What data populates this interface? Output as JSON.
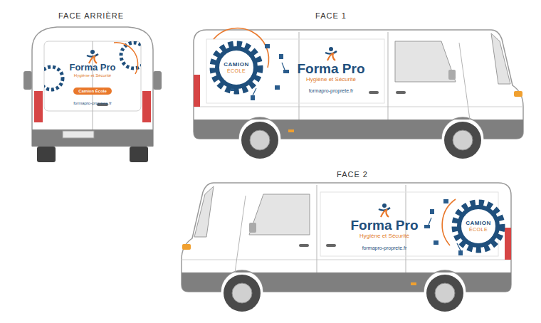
{
  "diagram": {
    "nodes": [
      {
        "text": [
          "Camion École"
        ]
      },
      {
        "text": [
          "CAMION",
          "ÉCOLE"
        ]
      },
      {
        "text": [
          "CAMION",
          "ÉCOLE"
        ]
      }
    ],
    "labels": [
      "FACE ARRIÈRE",
      "Forma Pro",
      "Hygiène et Sécurité",
      "formapro-proprete.fr",
      "FACE 1",
      "Forma Pro",
      "Hygiène et Sécurité",
      "formapro-proprete.fr",
      "FACE 2",
      "Forma Pro",
      "Hygiène et Sécurité",
      "formapro-proprete.fr"
    ]
  }
}
